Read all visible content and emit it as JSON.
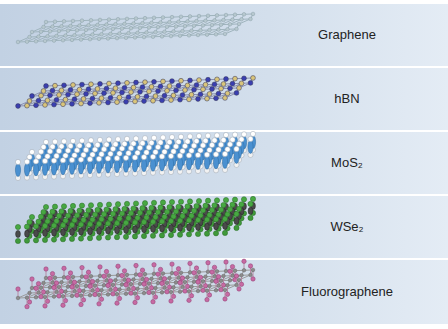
{
  "diagram": {
    "nodes": [
      {
        "text": [
          "Graphene"
        ]
      },
      {
        "text": [
          "hBN"
        ]
      },
      {
        "text": [
          "MoS₂"
        ]
      },
      {
        "text": [
          "WSe₂"
        ]
      },
      {
        "text": [
          "Fluorographene"
        ]
      }
    ]
  }
}
